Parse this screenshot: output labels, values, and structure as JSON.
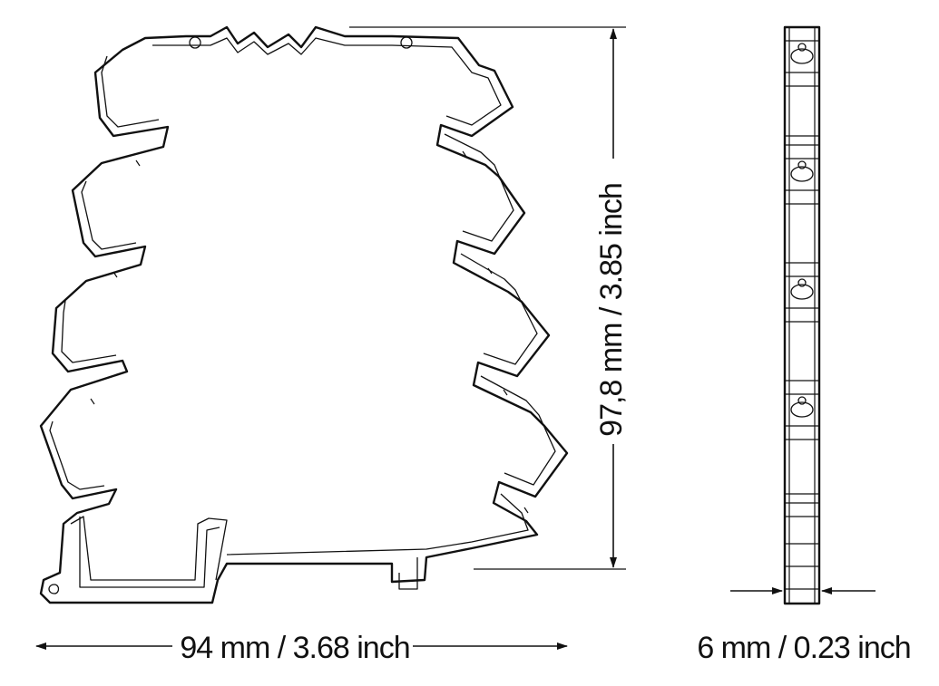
{
  "dimensions": {
    "width_label": "94 mm / 3.68 inch",
    "height_label": "97,8 mm / 3.85 inch",
    "depth_label": "6 mm / 0.23 inch"
  }
}
